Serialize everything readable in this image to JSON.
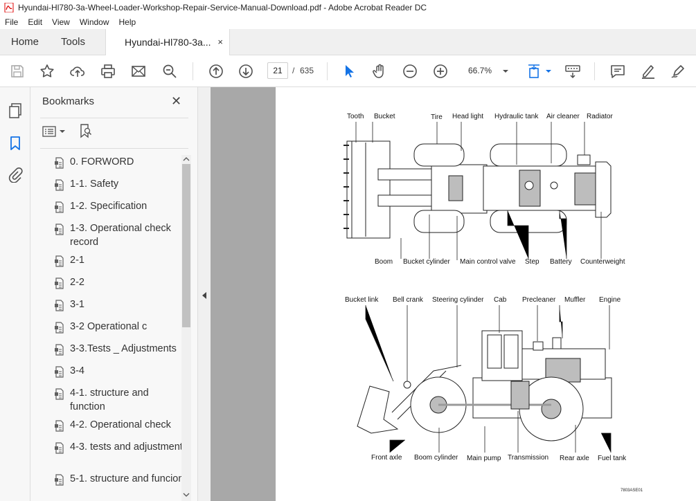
{
  "window": {
    "title": "Hyundai-Hl780-3a-Wheel-Loader-Workshop-Repair-Service-Manual-Download.pdf - Adobe Acrobat Reader DC"
  },
  "menu": [
    "File",
    "Edit",
    "View",
    "Window",
    "Help"
  ],
  "tabs": {
    "home": "Home",
    "tools": "Tools",
    "document": "Hyundai-Hl780-3a...",
    "close_glyph": "×"
  },
  "toolbar": {
    "page_current": "21",
    "page_separator": "/",
    "page_total": "635",
    "zoom": "66.7%"
  },
  "bookmarks": {
    "title": "Bookmarks",
    "close_glyph": "✕",
    "items": [
      {
        "label": "0. FORWORD"
      },
      {
        "label": "1-1. Safety"
      },
      {
        "label": "1-2. Specification"
      },
      {
        "label": "1-3. Operational check record"
      },
      {
        "label": "2-1"
      },
      {
        "label": "2-2"
      },
      {
        "label": "3-1"
      },
      {
        "label": "3-2 Operational c"
      },
      {
        "label": "3-3.Tests _ Adjustments"
      },
      {
        "label": "3-4"
      },
      {
        "label": "4-1. structure and function"
      },
      {
        "label": "4-2. Operational check"
      },
      {
        "label": "4-3. tests and adjustment"
      },
      {
        "label": "5-1. structure and funcion"
      }
    ]
  },
  "diagram": {
    "top_labels": {
      "tooth": "Tooth",
      "bucket": "Bucket",
      "tire": "Tire",
      "head_light": "Head light",
      "hydraulic_tank": "Hydraulic tank",
      "air_cleaner": "Air cleaner",
      "radiator": "Radiator",
      "boom": "Boom",
      "bucket_cylinder": "Bucket cylinder",
      "main_control_valve": "Main control valve",
      "step": "Step",
      "battery": "Battery",
      "counterweight": "Counterweight"
    },
    "side_labels": {
      "bucket_link": "Bucket link",
      "bell_crank": "Bell crank",
      "steering_cylinder": "Steering cylinder",
      "cab": "Cab",
      "precleaner": "Precleaner",
      "muffler": "Muffler",
      "engine": "Engine",
      "front_axle": "Front axle",
      "boom_cylinder": "Boom cylinder",
      "main_pump": "Main pump",
      "transmission": "Transmission",
      "rear_axle": "Rear axle",
      "fuel_tank": "Fuel tank"
    },
    "figure_code": "7803ASE01"
  },
  "colors": {
    "accent": "#1473e6",
    "workspace": "#a8a8a8",
    "toolbar_icon": "#505050"
  }
}
